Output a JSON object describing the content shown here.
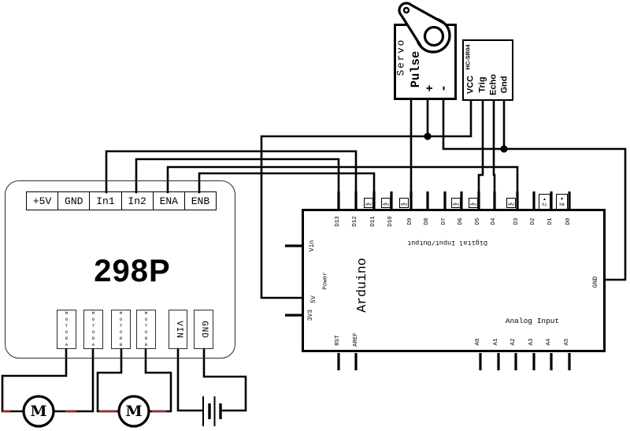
{
  "servo": {
    "label": "Servo",
    "pin_pulse": "Pulse",
    "pin_plus": "+",
    "pin_minus": "-"
  },
  "ultrasonic_sensor": {
    "label": "HC-SR04",
    "pins": [
      "VCC",
      "Trig",
      "Echo",
      "Gnd"
    ]
  },
  "arduino": {
    "label": "Arduino",
    "power_section_label": "Power",
    "digital_section_label": "Digital Input/Output",
    "analog_section_label": "Analog Input",
    "digital_pins": [
      "D13",
      "D12",
      "D11",
      "D10",
      "D9",
      "D8",
      "D7",
      "D6",
      "D5",
      "D4",
      "D3",
      "D2",
      "D1",
      "D0"
    ],
    "pwm_label": "PWM",
    "tx_label": "TX",
    "rx_label": "RX",
    "tx_arrow_icon": "▲",
    "rx_arrow_icon": "▼",
    "vin_pin": "Vin",
    "fivev_pin": "5V",
    "threev3_pin": "3V3",
    "gnd_pin": "GND",
    "rst_pin": "RST",
    "aref_pin": "AREF",
    "analog_pins": [
      "A0",
      "A1",
      "A2",
      "A3",
      "A4",
      "A5"
    ]
  },
  "motor_driver": {
    "label": "298P",
    "top_pins": [
      "+5V",
      "GND",
      "In1",
      "In2",
      "ENA",
      "ENB"
    ],
    "bottom_pins": [
      "MOTORA",
      "MOTORA",
      "MOTORB",
      "MOTORB",
      "VIN",
      "GND"
    ]
  },
  "motors": {
    "left_label": "M",
    "right_label": "M"
  },
  "colors": {
    "wire": "#000000",
    "polarity_tick": "#aa2222"
  }
}
